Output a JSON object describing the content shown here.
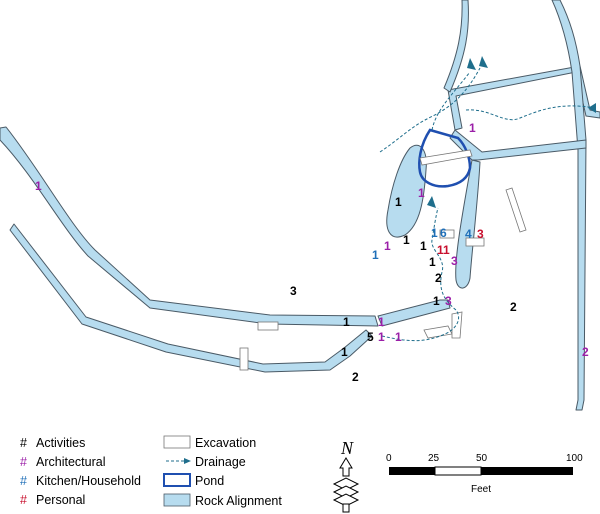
{
  "colors": {
    "activities": "#000000",
    "architectural": "#9b1fa8",
    "kitchen": "#1f6fb8",
    "personal": "#c8102e",
    "rock_fill": "#b7dcef",
    "rock_stroke": "#4a5a66",
    "pond": "#1f4fb0",
    "drainage": "#1f6e8c"
  },
  "map_labels": [
    {
      "text": "1",
      "cat": "architectural"
    },
    {
      "text": "1",
      "cat": "architectural"
    },
    {
      "text": "1",
      "cat": "activities"
    },
    {
      "text": "1",
      "cat": "architectural"
    },
    {
      "text": "1",
      "cat": "kitchen"
    },
    {
      "text": "6",
      "cat": "kitchen"
    },
    {
      "text": "4",
      "cat": "kitchen"
    },
    {
      "text": "3",
      "cat": "personal"
    },
    {
      "text": "1",
      "cat": "kitchen"
    },
    {
      "text": "1",
      "cat": "architectural"
    },
    {
      "text": "1",
      "cat": "activities"
    },
    {
      "text": "1",
      "cat": "activities"
    },
    {
      "text": "11",
      "cat": "personal"
    },
    {
      "text": "1",
      "cat": "activities"
    },
    {
      "text": "3",
      "cat": "architectural"
    },
    {
      "text": "2",
      "cat": "activities"
    },
    {
      "text": "3",
      "cat": "activities"
    },
    {
      "text": "1",
      "cat": "activities"
    },
    {
      "text": "3",
      "cat": "architectural"
    },
    {
      "text": "1",
      "cat": "architectural"
    },
    {
      "text": "1",
      "cat": "activities"
    },
    {
      "text": "1",
      "cat": "architectural"
    },
    {
      "text": "5",
      "cat": "activities"
    },
    {
      "text": "1",
      "cat": "architectural"
    },
    {
      "text": "1",
      "cat": "activities"
    },
    {
      "text": "2",
      "cat": "activities"
    },
    {
      "text": "2",
      "cat": "activities"
    },
    {
      "text": "2",
      "cat": "architectural"
    }
  ],
  "legend": {
    "categories": [
      {
        "symbol": "#",
        "label": "Activities",
        "cat": "activities"
      },
      {
        "symbol": "#",
        "label": "Architectural",
        "cat": "architectural"
      },
      {
        "symbol": "#",
        "label": "Kitchen/Household",
        "cat": "kitchen"
      },
      {
        "symbol": "#",
        "label": "Personal",
        "cat": "personal"
      }
    ],
    "features": [
      {
        "label": "Excavation"
      },
      {
        "label": "Drainage"
      },
      {
        "label": "Pond"
      },
      {
        "label": "Rock Alignment"
      }
    ]
  },
  "north": {
    "label": "N"
  },
  "scale": {
    "ticks": [
      "0",
      "25",
      "50",
      "100"
    ],
    "unit": "Feet"
  }
}
